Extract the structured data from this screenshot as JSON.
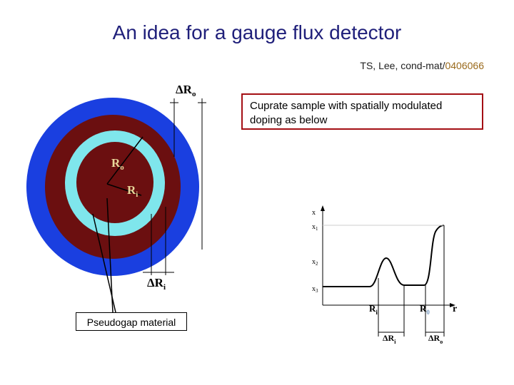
{
  "title": "An idea for a gauge flux detector",
  "reference": {
    "prefix": "TS, Lee, cond-mat/",
    "link": "0406066"
  },
  "callout": "Cuprate sample with spatially modulated doping as below",
  "pseudogap_label": "Pseudogap material",
  "disk": {
    "labels": {
      "delta_ro": "ΔR",
      "delta_ro_sub": "o",
      "ro": "R",
      "ro_sub": "o",
      "ri": "R",
      "ri_sub": "i",
      "delta_ri": "ΔR",
      "delta_ri_sub": "i"
    },
    "colors": {
      "outer": "#1a3fe0",
      "ring": "#6b0f10",
      "inner_ring": "#7fe6ec",
      "core": "#6b0f10"
    }
  },
  "plot": {
    "labels": {
      "y_axis": "x",
      "x_axis": "r",
      "x1": "x",
      "x1_sub": "1",
      "x2": "x",
      "x2_sub": "2",
      "x3": "x",
      "x3_sub": "3",
      "ri": "R",
      "ri_sub": "i",
      "r0": "R",
      "r0_sub": "0",
      "delta_ri": "ΔR",
      "delta_ri_sub": "i",
      "delta_ro": "ΔR",
      "delta_ro_sub": "o"
    }
  }
}
